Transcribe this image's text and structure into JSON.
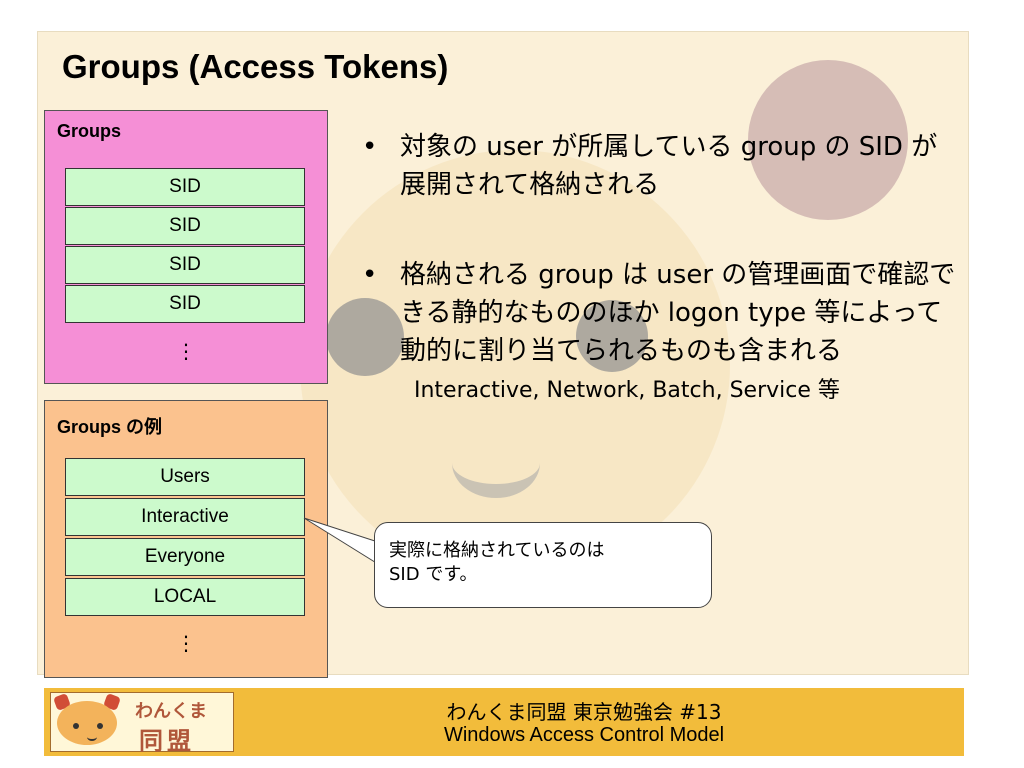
{
  "slide": {
    "title": "Groups (Access Tokens)"
  },
  "groups_panel": {
    "heading": "Groups",
    "items": [
      "SID",
      "SID",
      "SID",
      "SID"
    ],
    "more": "⋮"
  },
  "examples_panel": {
    "heading": "Groups の例",
    "items": [
      "Users",
      "Interactive",
      "Everyone",
      "LOCAL"
    ],
    "more": "⋮"
  },
  "bullets": [
    "対象の user が所属している group の SID が展開されて格納される",
    "格納される group は user の管理画面で確認できる静的なもののほか logon type 等によって動的に割り当てられるものも含まれる"
  ],
  "sub_note": "Interactive, Network, Batch, Service 等",
  "callout": {
    "line1": "実際に格納されているのは",
    "line2": "SID です。"
  },
  "footer": {
    "logo_text_top": "わんくま",
    "logo_text_bottom": "同盟",
    "line1": "わんくま同盟 東京勉強会 #13",
    "line2": "Windows Access Control Model"
  },
  "colors": {
    "groups_panel": "#f58fd6",
    "examples_panel": "#fbc28e",
    "cell": "#ccfacc",
    "footer": "#f2bc3b"
  }
}
